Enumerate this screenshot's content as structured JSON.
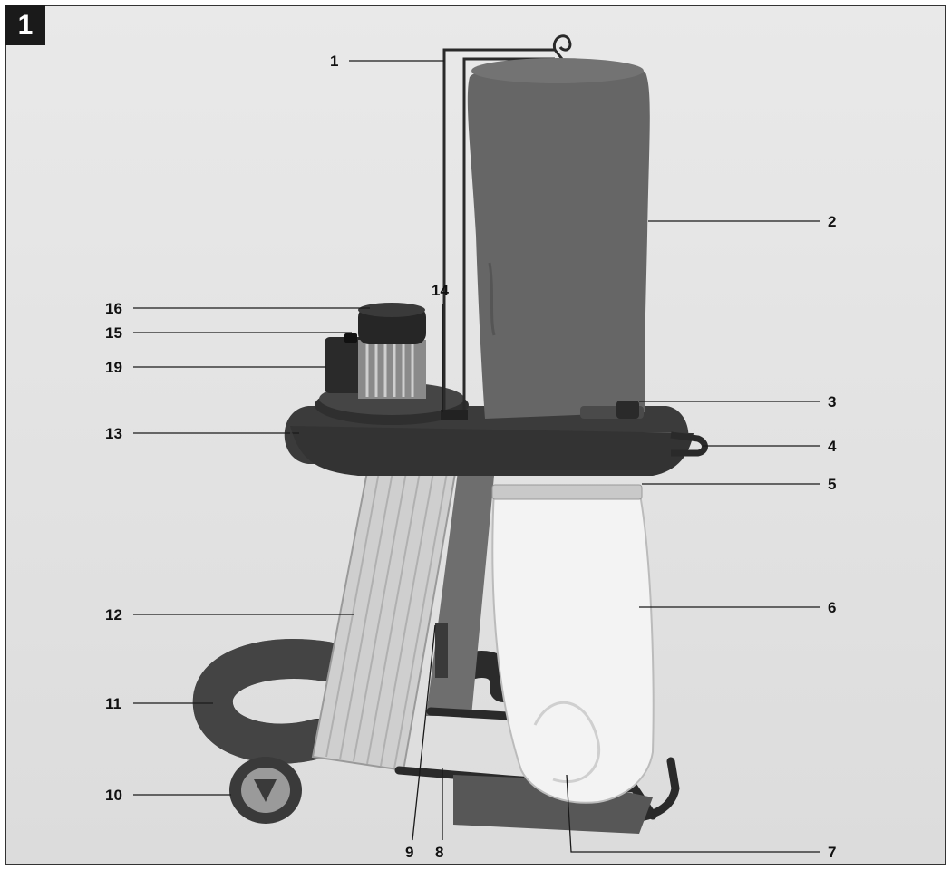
{
  "figure": {
    "number": "1"
  },
  "callouts": {
    "c1": "1",
    "c2": "2",
    "c3": "3",
    "c4": "4",
    "c5": "5",
    "c6": "6",
    "c7": "7",
    "c8": "8",
    "c9": "9",
    "c10": "10",
    "c11": "11",
    "c12": "12",
    "c13": "13",
    "c14": "14",
    "c15": "15",
    "c16": "16",
    "c19": "19"
  }
}
